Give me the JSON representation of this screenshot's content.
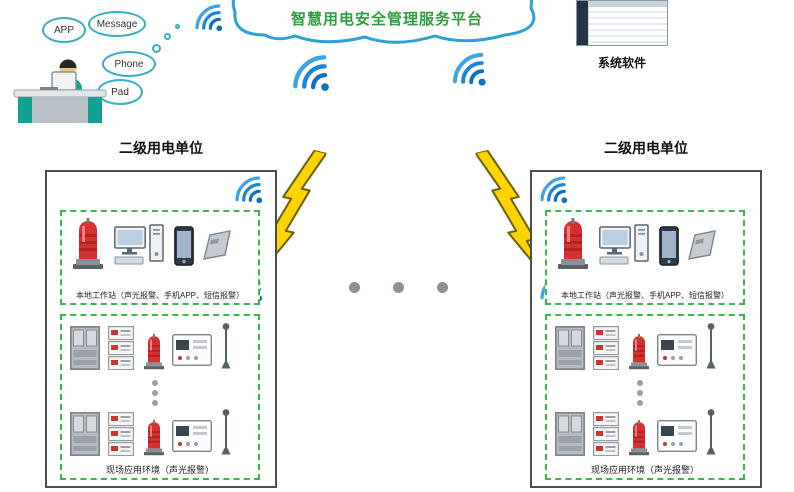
{
  "cloud": {
    "title": "智慧用电安全管理服务平台"
  },
  "bubbles": [
    "APP",
    "Message",
    "Phone",
    "Pad"
  ],
  "software": {
    "label": "系统软件"
  },
  "units": [
    {
      "title": "二级用电单位",
      "workstation": "本地工作站（声光报警、手机APP、短信报警）",
      "field": "现场应用环境（声光报警）"
    },
    {
      "title": "二级用电单位",
      "workstation": "本地工作站（声光报警、手机APP、短信报警）",
      "field": "现场应用环境（声光报警）"
    }
  ],
  "colors": {
    "title_green": "#2f9e41",
    "cloud_stroke": "#2f9fd6",
    "wifi_blue": "#1b86d8",
    "dashed_green": "#3cb54a",
    "lightning_yellow": "#ffd400",
    "alarm_red": "#d63030"
  }
}
